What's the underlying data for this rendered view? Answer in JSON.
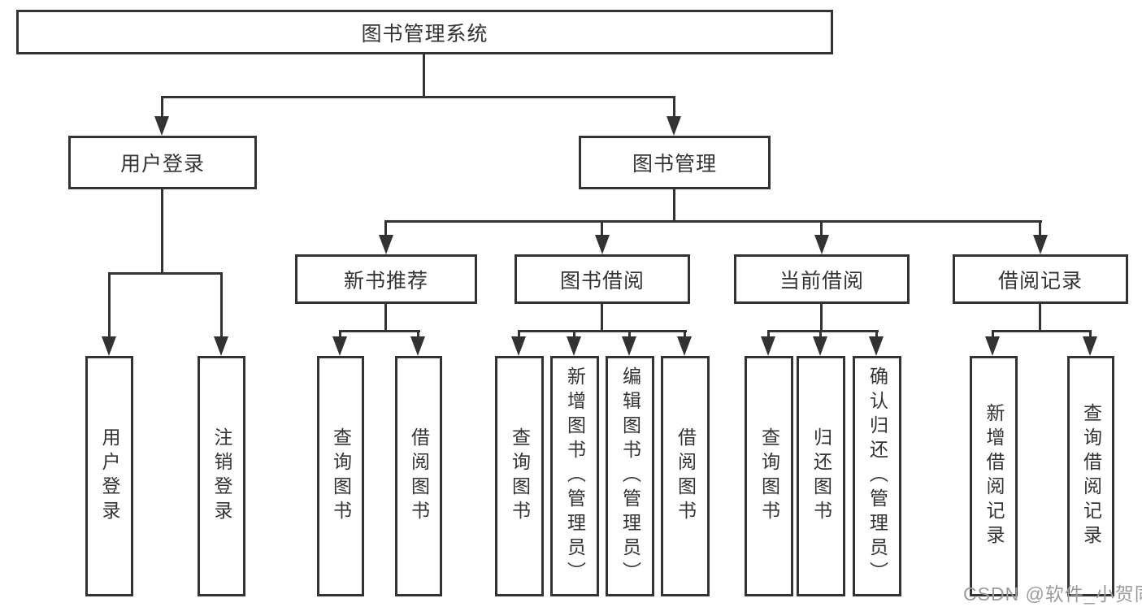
{
  "diagram": {
    "background": "#ffffff",
    "line_color": "#333333",
    "text_color": "#333333",
    "watermark": {
      "text": "CSDN @软件_小贺同学",
      "color": "#9c9c9c"
    },
    "nodes": {
      "root": {
        "label": "图书管理系统"
      },
      "level2": [
        {
          "label": "用户登录"
        },
        {
          "label": "图书管理"
        }
      ],
      "level3": [
        {
          "label": "新书推荐"
        },
        {
          "label": "图书借阅"
        },
        {
          "label": "当前借阅"
        },
        {
          "label": "借阅记录"
        }
      ],
      "leaves": {
        "user_login": [
          {
            "label": "用户登录"
          },
          {
            "label": "注销登录"
          }
        ],
        "new_book": [
          {
            "label": "查询图书"
          },
          {
            "label": "借阅图书"
          }
        ],
        "book_borrow": [
          {
            "label": "查询图书"
          },
          {
            "label": "新增图书（管理员）"
          },
          {
            "label": "编辑图书（管理员）"
          },
          {
            "label": "借阅图书"
          }
        ],
        "current_borrow": [
          {
            "label": "查询图书"
          },
          {
            "label": "归还图书"
          },
          {
            "label": "确认归还（管理员）"
          }
        ],
        "borrow_records": [
          {
            "label": "新增借阅记录"
          },
          {
            "label": "查询借阅记录"
          }
        ]
      }
    }
  }
}
